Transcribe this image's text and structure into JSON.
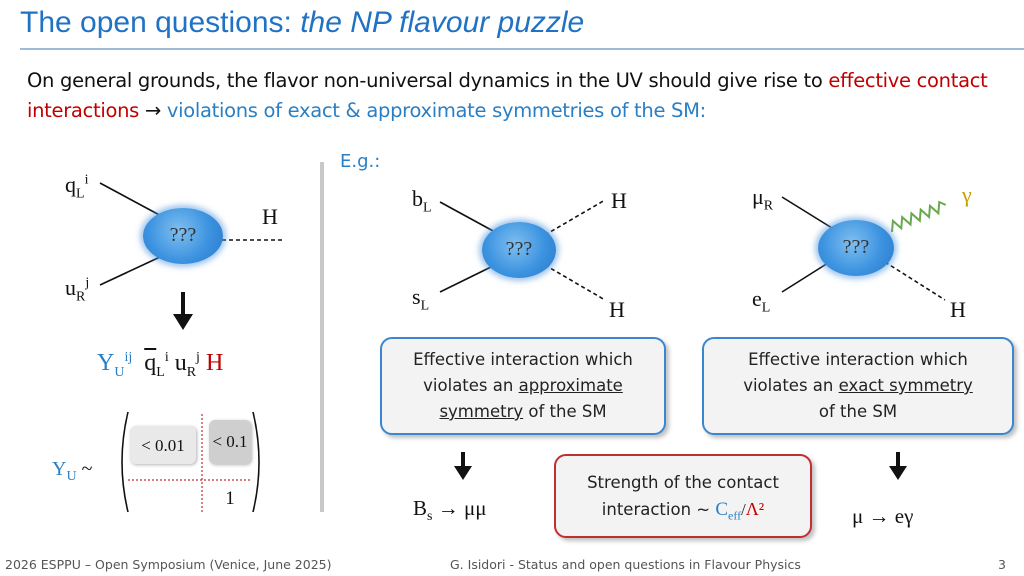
{
  "header": {
    "title_plain": "The open questions: ",
    "title_italic": "the NP flavour puzzle"
  },
  "intro": {
    "part1": "On general grounds, the flavor non-universal dynamics in the UV should give rise to ",
    "highlight": "effective contact interactions",
    "arrow": " → ",
    "part2": "violations of exact & approximate symmetries of the SM:"
  },
  "eg_label": "E.g.:",
  "left_diagram": {
    "q_base": "q",
    "q_sub": "L",
    "q_sup": "i",
    "u_base": "u",
    "u_sub": "R",
    "u_sup": "j",
    "H": "H",
    "blob": "???"
  },
  "yukawa": {
    "Y_base": "Y",
    "Y_sub": "U",
    "Y_sup": "ij",
    "q_base": "q",
    "q_sub": "L",
    "q_sup": "i",
    "u_base": "u",
    "u_sub": "R",
    "u_sup": "j",
    "H": "H"
  },
  "matrix": {
    "label_base": "Y",
    "label_sub": "U",
    "tilde": "~",
    "cell_a": "< 0.01",
    "cell_b": "< 0.1",
    "cell_c": "1"
  },
  "middle_diagram": {
    "b_base": "b",
    "b_sub": "L",
    "s_base": "s",
    "s_sub": "L",
    "H_top": "H",
    "H_bottom": "H",
    "blob": "???"
  },
  "right_diagram": {
    "mu_base": "μ",
    "mu_sub": "R",
    "e_base": "e",
    "e_sub": "L",
    "gamma": "γ",
    "H": "H",
    "blob": "???"
  },
  "box_approx": {
    "line1": "Effective interaction which",
    "line2_pre": "violates an ",
    "line2_u": "approximate",
    "line3_u": "symmetry",
    "line3_post": " of the SM"
  },
  "box_exact": {
    "line1": "Effective interaction which",
    "line2_pre": "violates an ",
    "line2_u": "exact symmetry",
    "line3": "of the SM"
  },
  "box_strength": {
    "line1": "Strength of the contact",
    "line2_pre": "interaction ~ ",
    "C": "C",
    "C_sub": "eff",
    "slash": "/",
    "Lambda": "Λ²"
  },
  "process_bs": {
    "B": "B",
    "B_sub": "s",
    "rest": " → μμ"
  },
  "process_mu": {
    "text": "μ → eγ"
  },
  "footer": {
    "left": "2026 ESPPU – Open Symposium (Venice, June 2025)",
    "center": "G. Isidori - Status and open questions in Flavour Physics",
    "page": "3"
  },
  "colors": {
    "title": "#1f72c4",
    "highlight_red": "#c00000",
    "accent_blue": "#2a7fc4",
    "box_border_blue": "#3a87d0",
    "box_border_red": "#c03030",
    "gamma_green": "#6aa84f",
    "gamma_label": "#c9a000"
  }
}
